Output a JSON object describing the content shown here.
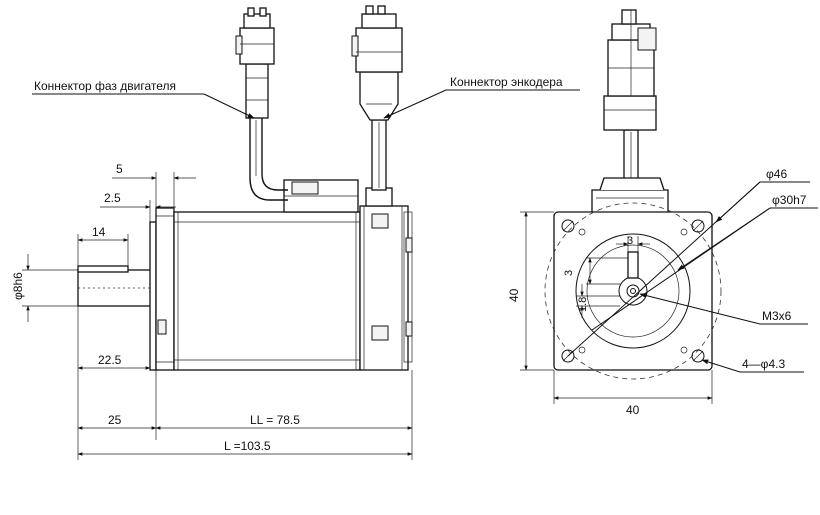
{
  "labels": {
    "phase_connector": "Коннектор фаз двигателя",
    "encoder_connector": "Коннектор энкодера"
  },
  "side_view": {
    "dim_flange_thickness": "5",
    "dim_pilot": "2.5",
    "dim_key_length": "14",
    "dim_shaft_diameter": "φ8h6",
    "dim_shaft_length": "22.5",
    "dim_shaft_total": "25",
    "dim_body_length": "LL = 78.5",
    "dim_total_length": "L =103.5"
  },
  "front_view": {
    "dim_bolt_circle": "φ46",
    "dim_pilot_diameter": "φ30h7",
    "dim_key_width": "3",
    "dim_key_offset": "3",
    "dim_key_depth": "1.8",
    "dim_center_thread": "M3x6",
    "dim_mount_holes": "4—φ4.3",
    "dim_height": "40",
    "dim_width": "40"
  }
}
